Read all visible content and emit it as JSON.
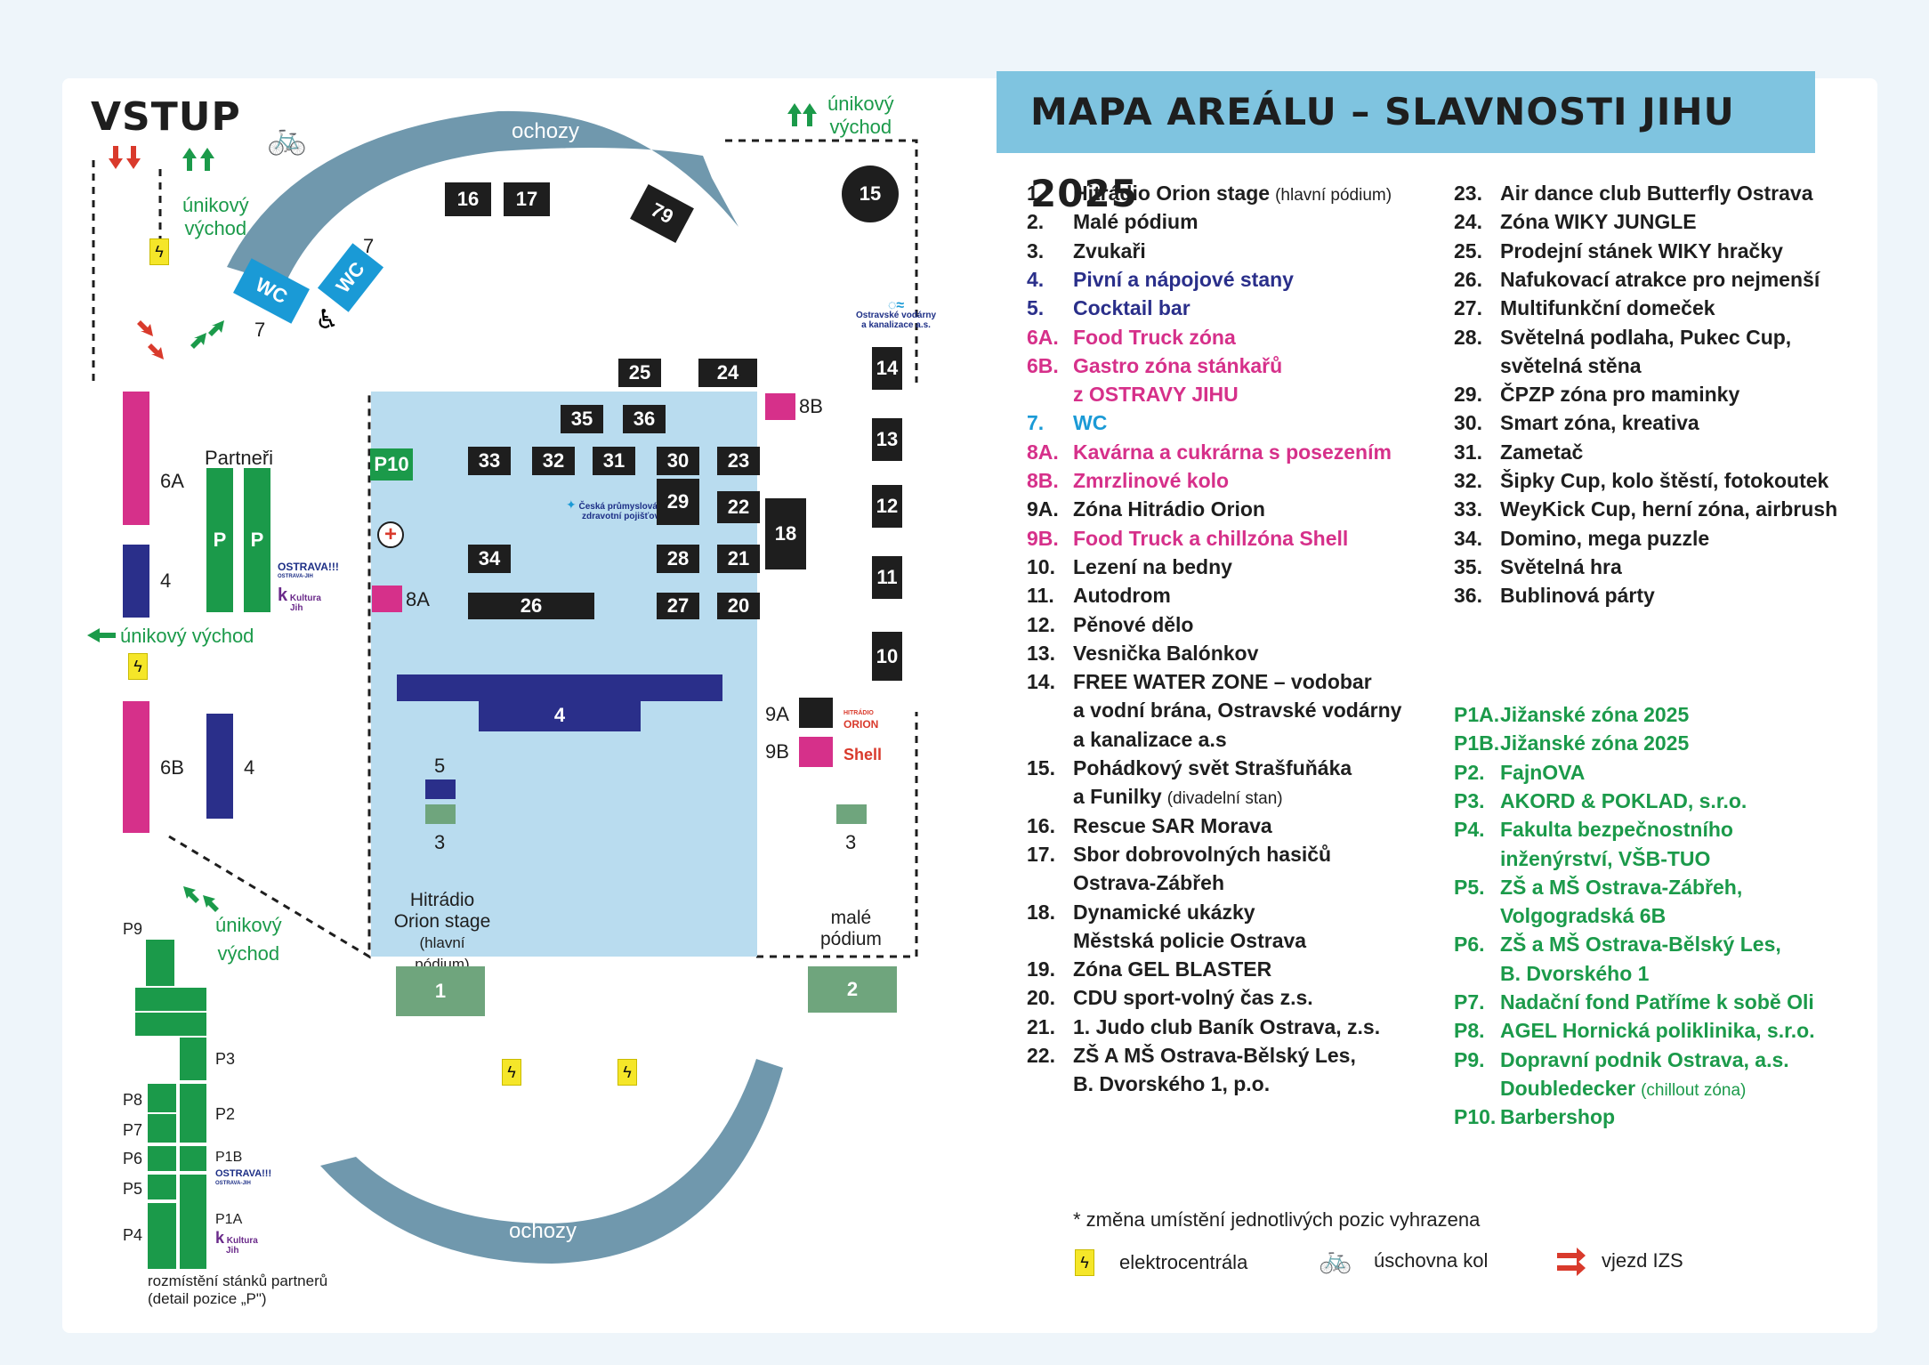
{
  "title": "MAPA AREÁLU – SLAVNOSTI JIHU 2025",
  "map": {
    "entrance": "VSTUP",
    "walkway_top": "ochozy",
    "walkway_bottom": "ochozy",
    "escape_top_right": [
      "únikový",
      "východ"
    ],
    "escape_top_left": [
      "únikový",
      "východ"
    ],
    "escape_left": "únikový východ",
    "escape_bottom_left": [
      "únikový",
      "východ"
    ],
    "wc": "WC",
    "wc_num": "7",
    "partners": "Partneři",
    "p": "P",
    "stage1": [
      "Hitrádio",
      "Orion stage",
      "(hlavní pódium)"
    ],
    "stage2": [
      "malé",
      "pódium"
    ],
    "p_detail": [
      "rozmístění stánků partnerů",
      "(detail pozice „P\")"
    ],
    "cpzp": [
      "Česká průmyslová",
      "zdravotní pojišťovna"
    ],
    "ovak": [
      "Ostravské vodárny",
      "a kanalizace a.s."
    ],
    "ostrava": [
      "OSTRAVA!!!",
      "OSTRAVA-JIH"
    ],
    "kultura": [
      "Kultura",
      "Jih"
    ],
    "orion": [
      "HITRÁDIO",
      "ORION"
    ],
    "shell": "Shell",
    "boxes": {
      "b16": "16",
      "b17": "17",
      "b79": "79",
      "b15": "15",
      "b25": "25",
      "b24": "24",
      "b8B": "8B",
      "b35": "35",
      "b36": "36",
      "b33": "33",
      "b32": "32",
      "b31": "31",
      "b30": "30",
      "b23": "23",
      "b29": "29",
      "b22": "22",
      "b18": "18",
      "b34": "34",
      "b28": "28",
      "b21": "21",
      "b26": "26",
      "b27": "27",
      "b20": "20",
      "b14": "14",
      "b13": "13",
      "b12": "12",
      "b11": "11",
      "b10": "10",
      "bP10": "P10",
      "b8A": "8A",
      "b4": "4",
      "b5": "5",
      "b3": "3",
      "b9A": "9A",
      "b9B": "9B",
      "b1": "1",
      "b2": "2",
      "b6A": "6A",
      "b6B": "6B",
      "bP9": "P9",
      "bP3": "P3",
      "bP8": "P8",
      "bP2": "P2",
      "bP7": "P7",
      "bP6": "P6",
      "bP1B": "P1B",
      "bP5": "P5",
      "bP4": "P4",
      "bP1A": "P1A"
    }
  },
  "legend_left": [
    {
      "num": "1.",
      "text": "Hitrádio Orion stage",
      "small": "(hlavní pódium)",
      "color": "#1e1e1e"
    },
    {
      "num": "2.",
      "text": "Malé pódium",
      "color": "#1e1e1e"
    },
    {
      "num": "3.",
      "text": "Zvukaři",
      "color": "#1e1e1e"
    },
    {
      "num": "4.",
      "text": "Pivní a nápojové stany",
      "color": "#2a2f8a"
    },
    {
      "num": "5.",
      "text": "Cocktail bar",
      "color": "#2a2f8a"
    },
    {
      "num": "6A.",
      "text": "Food Truck zóna",
      "color": "#d6308a"
    },
    {
      "num": "6B.",
      "text": "Gastro zóna stánkařů",
      "color": "#d6308a"
    },
    {
      "num": "",
      "text": "z OSTRAVY JIHU",
      "color": "#d6308a"
    },
    {
      "num": "7.",
      "text": "WC",
      "color": "#1a9ad6"
    },
    {
      "num": "8A.",
      "text": "Kavárna a cukrárna s posezením",
      "color": "#d6308a"
    },
    {
      "num": "8B.",
      "text": "Zmrzlinové kolo",
      "color": "#d6308a"
    },
    {
      "num": "9A.",
      "text": "Zóna Hitrádio Orion",
      "color": "#1e1e1e"
    },
    {
      "num": "9B.",
      "text": "Food Truck a chillzóna Shell",
      "color": "#d6308a"
    },
    {
      "num": "10.",
      "text": "Lezení na bedny",
      "color": "#1e1e1e"
    },
    {
      "num": "11.",
      "text": "Autodrom",
      "color": "#1e1e1e"
    },
    {
      "num": "12.",
      "text": "Pěnové dělo",
      "color": "#1e1e1e"
    },
    {
      "num": "13.",
      "text": "Vesnička Balónkov",
      "color": "#1e1e1e"
    },
    {
      "num": "14.",
      "text": "FREE WATER ZONE – vodobar",
      "color": "#1e1e1e"
    },
    {
      "num": "",
      "text": "a vodní brána, Ostravské vodárny",
      "color": "#1e1e1e"
    },
    {
      "num": "",
      "text": "a kanalizace a.s",
      "color": "#1e1e1e"
    },
    {
      "num": "15.",
      "text": "Pohádkový svět Strašfuňáka",
      "color": "#1e1e1e"
    },
    {
      "num": "",
      "text": "a Funilky",
      "small": "(divadelní stan)",
      "color": "#1e1e1e"
    },
    {
      "num": "16.",
      "text": "Rescue SAR Morava",
      "color": "#1e1e1e"
    },
    {
      "num": "17.",
      "text": "Sbor dobrovolných hasičů",
      "color": "#1e1e1e"
    },
    {
      "num": "",
      "text": "Ostrava-Zábřeh",
      "color": "#1e1e1e"
    },
    {
      "num": "18.",
      "text": "Dynamické ukázky",
      "color": "#1e1e1e"
    },
    {
      "num": "",
      "text": "Městská policie Ostrava",
      "color": "#1e1e1e"
    },
    {
      "num": "19.",
      "text": "Zóna GEL BLASTER",
      "color": "#1e1e1e"
    },
    {
      "num": "20.",
      "text": "CDU sport-volný čas z.s.",
      "color": "#1e1e1e"
    },
    {
      "num": "21.",
      "text": "1. Judo club Baník Ostrava, z.s.",
      "color": "#1e1e1e"
    },
    {
      "num": "22.",
      "text": "ZŠ A MŠ Ostrava-Bělský Les,",
      "color": "#1e1e1e"
    },
    {
      "num": "",
      "text": "B. Dvorského 1, p.o.",
      "color": "#1e1e1e"
    }
  ],
  "legend_right": [
    {
      "num": "23.",
      "text": "Air dance club Butterfly Ostrava",
      "color": "#1e1e1e"
    },
    {
      "num": "24.",
      "text": "Zóna WIKY JUNGLE",
      "color": "#1e1e1e"
    },
    {
      "num": "25.",
      "text": "Prodejní stánek WIKY hračky",
      "color": "#1e1e1e"
    },
    {
      "num": "26.",
      "text": "Nafukovací atrakce pro nejmenší",
      "color": "#1e1e1e"
    },
    {
      "num": "27.",
      "text": "Multifunkční domeček",
      "color": "#1e1e1e"
    },
    {
      "num": "28.",
      "text": "Světelná podlaha, Pukec Cup,",
      "color": "#1e1e1e"
    },
    {
      "num": "",
      "text": "světelná stěna",
      "color": "#1e1e1e"
    },
    {
      "num": "29.",
      "text": "ČPZP zóna pro maminky",
      "color": "#1e1e1e"
    },
    {
      "num": "30.",
      "text": "Smart zóna, kreativa",
      "color": "#1e1e1e"
    },
    {
      "num": "31.",
      "text": "Zametač",
      "color": "#1e1e1e"
    },
    {
      "num": "32.",
      "text": "Šipky Cup, kolo štěstí, fotokoutek",
      "color": "#1e1e1e"
    },
    {
      "num": "33.",
      "text": "WeyKick Cup, herní zóna, airbrush",
      "color": "#1e1e1e"
    },
    {
      "num": "34.",
      "text": "Domino, mega puzzle",
      "color": "#1e1e1e"
    },
    {
      "num": "35.",
      "text": "Světelná hra",
      "color": "#1e1e1e"
    },
    {
      "num": "36.",
      "text": "Bublinová párty",
      "color": "#1e1e1e"
    },
    {
      "num": "P1A.",
      "text": "Jižanské zóna 2025",
      "color": "#1b9a4a"
    },
    {
      "num": "P1B.",
      "text": "Jižanské zóna 2025",
      "color": "#1b9a4a"
    },
    {
      "num": "P2.",
      "text": "FajnOVA",
      "color": "#1b9a4a"
    },
    {
      "num": "P3.",
      "text": "AKORD & POKLAD, s.r.o.",
      "color": "#1b9a4a"
    },
    {
      "num": "P4.",
      "text": "Fakulta bezpečnostního",
      "color": "#1b9a4a"
    },
    {
      "num": "",
      "text": "inženýrství, VŠB-TUO",
      "color": "#1b9a4a"
    },
    {
      "num": "P5.",
      "text": "ZŠ a MŠ Ostrava-Zábřeh,",
      "color": "#1b9a4a"
    },
    {
      "num": "",
      "text": "Volgogradská 6B",
      "color": "#1b9a4a"
    },
    {
      "num": "P6.",
      "text": "ZŠ a MŠ Ostrava-Bělský Les,",
      "color": "#1b9a4a"
    },
    {
      "num": "",
      "text": "B. Dvorského 1",
      "color": "#1b9a4a"
    },
    {
      "num": "P7.",
      "text": "Nadační fond Patříme k sobě Oli",
      "color": "#1b9a4a"
    },
    {
      "num": "P8.",
      "text": "AGEL Hornická poliklinika, s.r.o.",
      "color": "#1b9a4a"
    },
    {
      "num": "P9.",
      "text": "Dopravní podnik Ostrava, a.s.",
      "color": "#1b9a4a"
    },
    {
      "num": "",
      "text": "Doubledecker",
      "small": "(chillout zóna)",
      "color": "#1b9a4a"
    },
    {
      "num": "P10.",
      "text": "Barbershop",
      "color": "#1b9a4a"
    }
  ],
  "footnote": "* změna umístění jednotlivých pozic vyhrazena",
  "legend_symbols": {
    "power": "elektrocentrála",
    "bike": "úschovna kol",
    "izs": "vjezd IZS"
  },
  "colors": {
    "accent_blue": "#7fc4e0",
    "stage_area": "#b9dcef",
    "walkway": "#7098ad",
    "magenta": "#d6308a",
    "navy": "#2a2f8a",
    "green": "#1b9a4a",
    "sage": "#6fa57d",
    "cyan": "#1a9ad6"
  }
}
